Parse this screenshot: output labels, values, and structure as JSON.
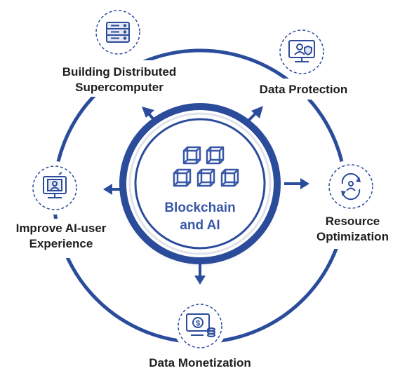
{
  "center": {
    "line1": "Blockchain",
    "line2": "and AI"
  },
  "nodes": [
    {
      "id": "supercomputer",
      "icon": "server-rack-icon",
      "line1": "Building Distributed",
      "line2": "Supercomputer"
    },
    {
      "id": "protection",
      "icon": "monitor-user-shield-icon",
      "line1": "Data Protection",
      "line2": ""
    },
    {
      "id": "resource",
      "icon": "cycle-users-icon",
      "line1": "Resource",
      "line2": "Optimization"
    },
    {
      "id": "monetization",
      "icon": "monitor-dollar-coins-icon",
      "line1": "Data Monetization",
      "line2": ""
    },
    {
      "id": "ai-user",
      "icon": "monitor-user-icon",
      "line1": "Improve AI-user",
      "line2": "Experience"
    }
  ],
  "colors": {
    "primary": "#2b4c9b",
    "text": "#1e1e1e",
    "center_text": "#3a58a8",
    "icon_stroke": "#2b4c9b"
  }
}
